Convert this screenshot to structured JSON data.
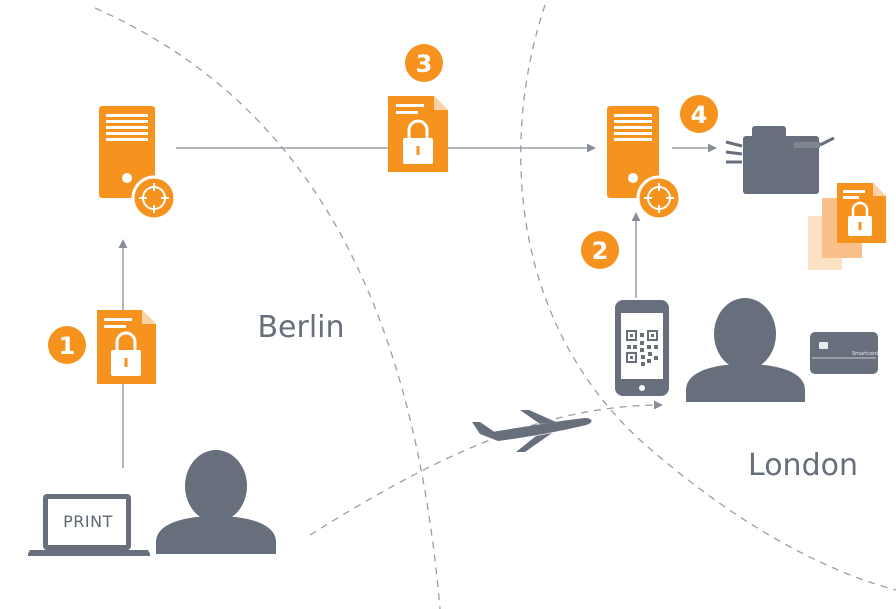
{
  "cities": {
    "berlin": "Berlin",
    "london": "London"
  },
  "steps": [
    "1",
    "2",
    "3",
    "4"
  ],
  "laptop": {
    "screen_text": "PRINT"
  },
  "smartcard": {
    "text": "Smartcard"
  },
  "colors": {
    "orange": "#f6921e",
    "orange_light": "#fbd2a6",
    "gray": "#676f7c",
    "line": "#888e97",
    "dash": "#9a9fa6"
  },
  "icons": [
    "server-icon",
    "crosshair-icon",
    "encrypted-document-icon",
    "printer-icon",
    "smartphone-qr-icon",
    "user-silhouette-icon",
    "smartcard-icon",
    "airplane-icon",
    "laptop-icon"
  ]
}
